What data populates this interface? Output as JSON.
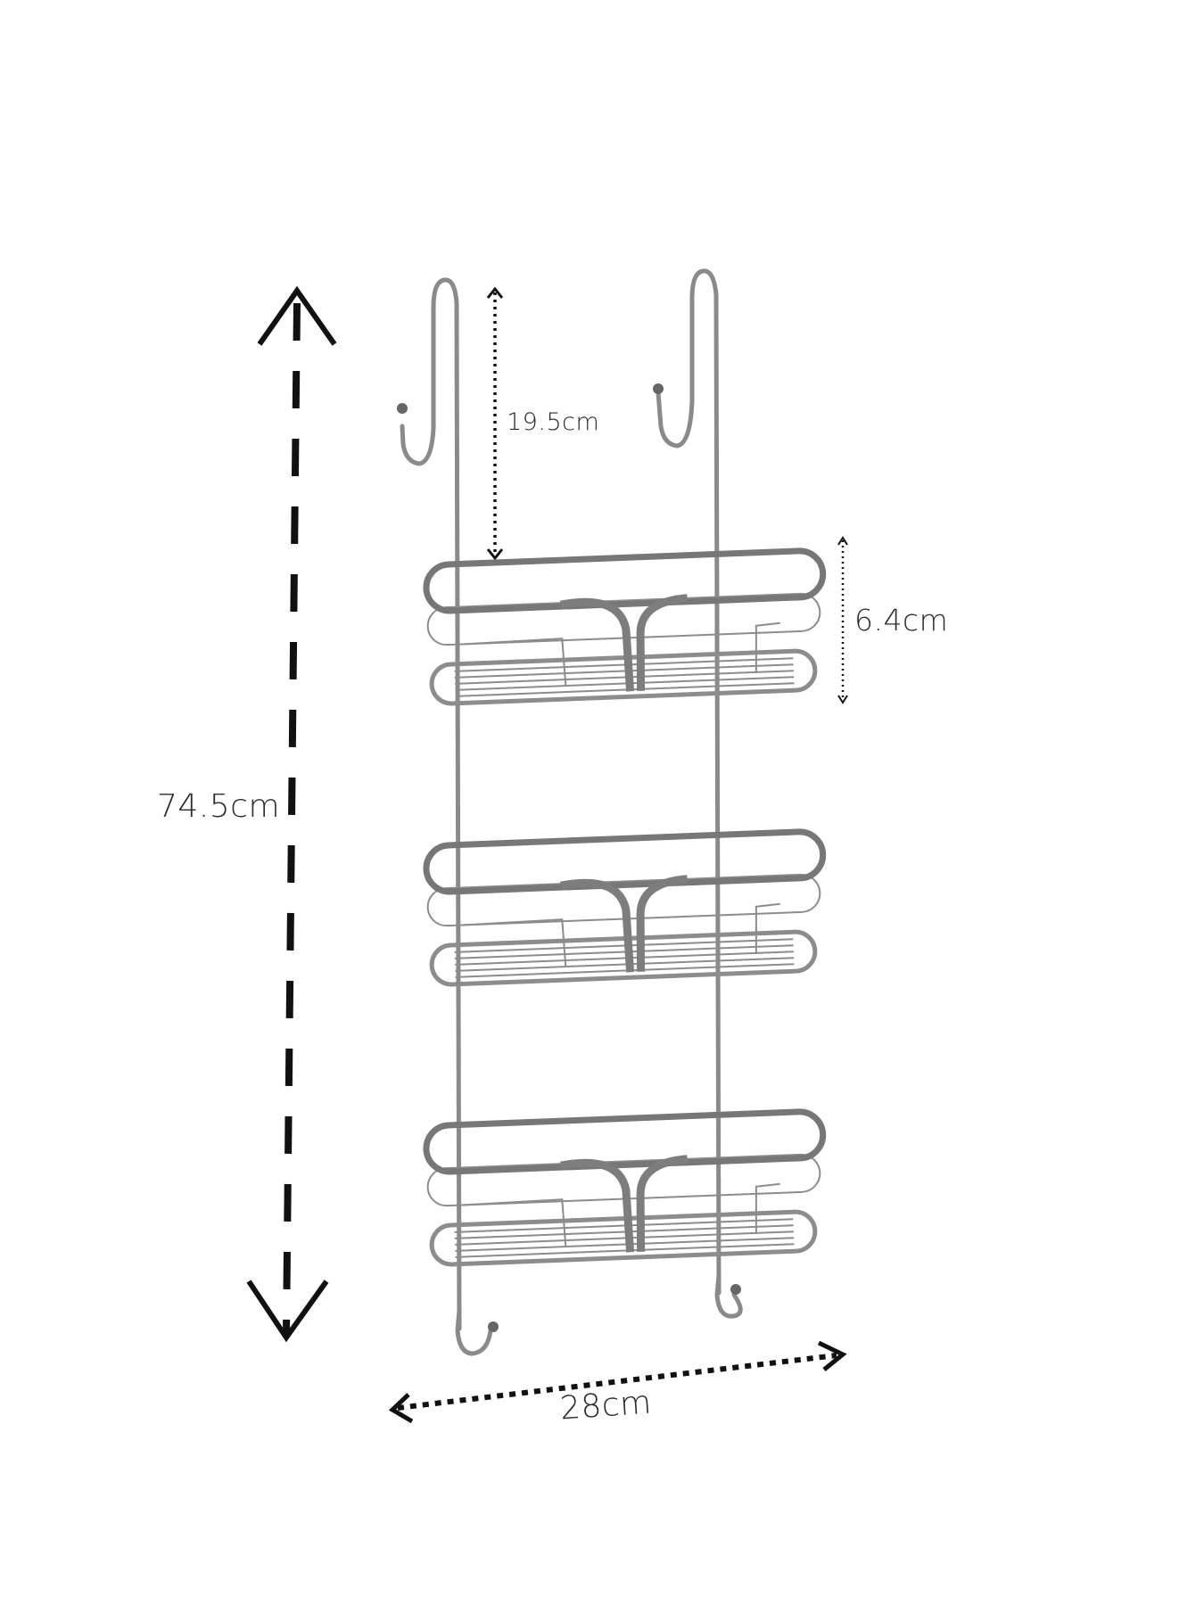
{
  "dimensions": {
    "total_height": "74.5cm",
    "hook_drop": "19.5cm",
    "basket_height": "6.4cm",
    "width": "28cm"
  },
  "colors": {
    "chrome": "#8a8a8a",
    "chrome_highlight": "#d8d8d8",
    "dimension_lines": "#111111",
    "text": "#2a2a2a"
  },
  "product": {
    "basket_count": 3
  }
}
